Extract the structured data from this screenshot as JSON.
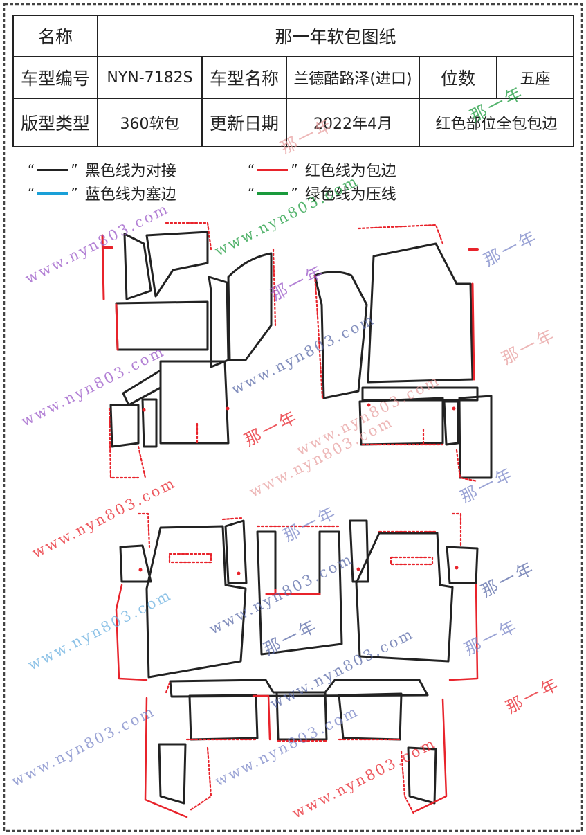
{
  "header": {
    "name_label": "名称",
    "name_value": "那一年软包图纸",
    "model_code_label": "车型编号",
    "model_code_value": "NYN-7182S",
    "model_name_label": "车型名称",
    "model_name_value": "兰德酷路泽(进口)",
    "seats_label": "位数",
    "seats_value": "五座",
    "layout_type_label": "版型类型",
    "layout_type_value": "360软包",
    "update_date_label": "更新日期",
    "update_date_value": "2022年4月",
    "note_value": "红色部位全包包边"
  },
  "legend": [
    {
      "quote_open": "“",
      "quote_close": "”",
      "color": "#222222",
      "text": "黑色线为对接"
    },
    {
      "quote_open": "“",
      "quote_close": "”",
      "color": "#e8232b",
      "text": "红色线为包边"
    },
    {
      "quote_open": "“",
      "quote_close": "”",
      "color": "#1aa0d8",
      "text": "蓝色线为塞边"
    },
    {
      "quote_open": "“",
      "quote_close": "”",
      "color": "#1a9a3c",
      "text": "绿色线为压线"
    }
  ],
  "watermarks": {
    "url": "www.nyn803.com",
    "brand": "那一年"
  },
  "colors": {
    "butt_joint": "#222222",
    "edge_binding": "#e8232b",
    "tuck_edge": "#1aa0d8",
    "press_line": "#1a9a3c"
  }
}
